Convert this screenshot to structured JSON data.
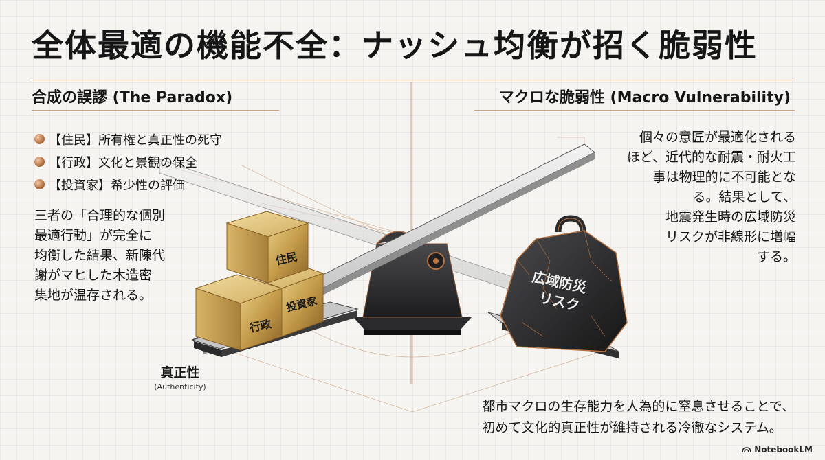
{
  "title": "全体最適の機能不全：ナッシュ均衡が招く脆弱性",
  "left": {
    "heading": "合成の誤謬 (The Paradox)",
    "bullets": [
      "【住民】所有権と真正性の死守",
      "【行政】文化と景観の保全",
      "【投資家】希少性の評価"
    ],
    "paragraph_lines": [
      "三者の「合理的な個別",
      "最適行動」が完全に",
      "均衡した結果、新陳代",
      "謝がマヒした木造密",
      "集地が温存される。"
    ],
    "blocks": {
      "top": "住民",
      "bottom_left": "行政",
      "bottom_right": "投資家"
    },
    "pan_label": "真正性",
    "pan_sublabel": "(Authenticity)"
  },
  "right": {
    "heading": "マクロな脆弱性 (Macro Vulnerability)",
    "paragraph_lines": [
      "個々の意匠が最適化される",
      "ほど、近代的な耐震・耐火工",
      "事は物理的に不可能とな",
      "る。結果として、",
      "地震発生時の広域防災",
      "リスクが非線形に増幅",
      "する。"
    ],
    "weight_label_line1": "広域防災",
    "weight_label_line2": "リスク"
  },
  "bottom_lines": [
    "都市マクロの生存能力を人為的に窒息させることで、",
    "初めて文化的真正性が維持される冷徹なシステム。"
  ],
  "footer": "NotebookLM",
  "colors": {
    "accent_copper": "#b5703f",
    "gold": "#c9a55a",
    "dark_metal": "#2a2a2c",
    "background": "#f5f4f1"
  },
  "icons": [
    "copper-bullet-icon",
    "notebooklm-logo-icon"
  ]
}
